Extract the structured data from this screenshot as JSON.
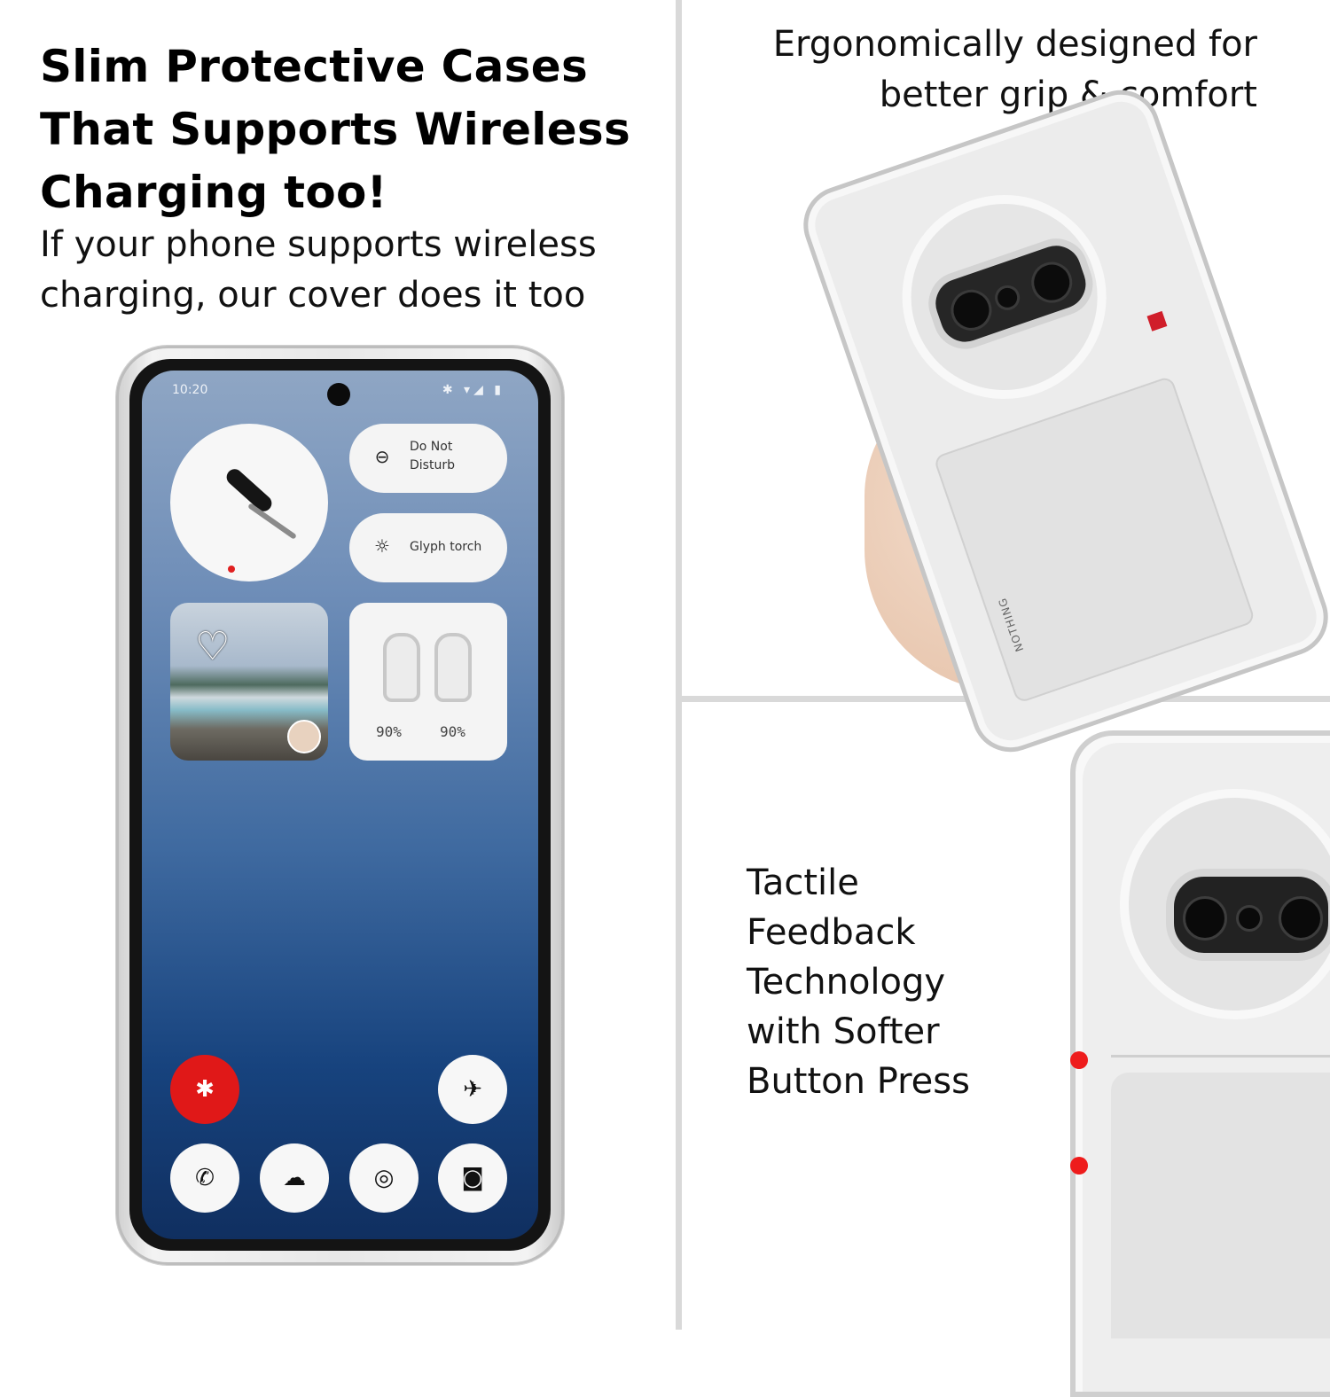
{
  "left_panel": {
    "headline_line1": "Slim Protective Cases",
    "headline_line2": "That Supports Wireless",
    "headline_line3": "Charging too!",
    "sub_line1": "If your phone supports wireless",
    "sub_line2": "charging, our cover does it too"
  },
  "top_right_panel": {
    "caption_line1": "Ergonomically designed for",
    "caption_line2": "better grip & comfort",
    "logo_text": "NOTHING"
  },
  "bottom_right_panel": {
    "caption_lines": [
      "Tactile",
      "Feedback",
      "Technology",
      "with Softer",
      "Button Press"
    ]
  },
  "phone_screen": {
    "status_time": "10:20",
    "status_icons": "✱ ▾◢ ▮",
    "widgets": {
      "dnd_line1": "Do Not",
      "dnd_line2": "Disturb",
      "torch_label": "Glyph torch",
      "bud_left_pct": "90%",
      "bud_right_pct": "90%"
    },
    "icons": {
      "dnd": "⊖",
      "torch": "☼",
      "heart": "♡",
      "bluetooth": "✱",
      "airplane": "✈",
      "phone": "✆",
      "messages": "☁",
      "chrome": "◎",
      "camera": "◙"
    }
  },
  "colors": {
    "accent_red": "#e01818",
    "divider": "#d9d9d9"
  }
}
